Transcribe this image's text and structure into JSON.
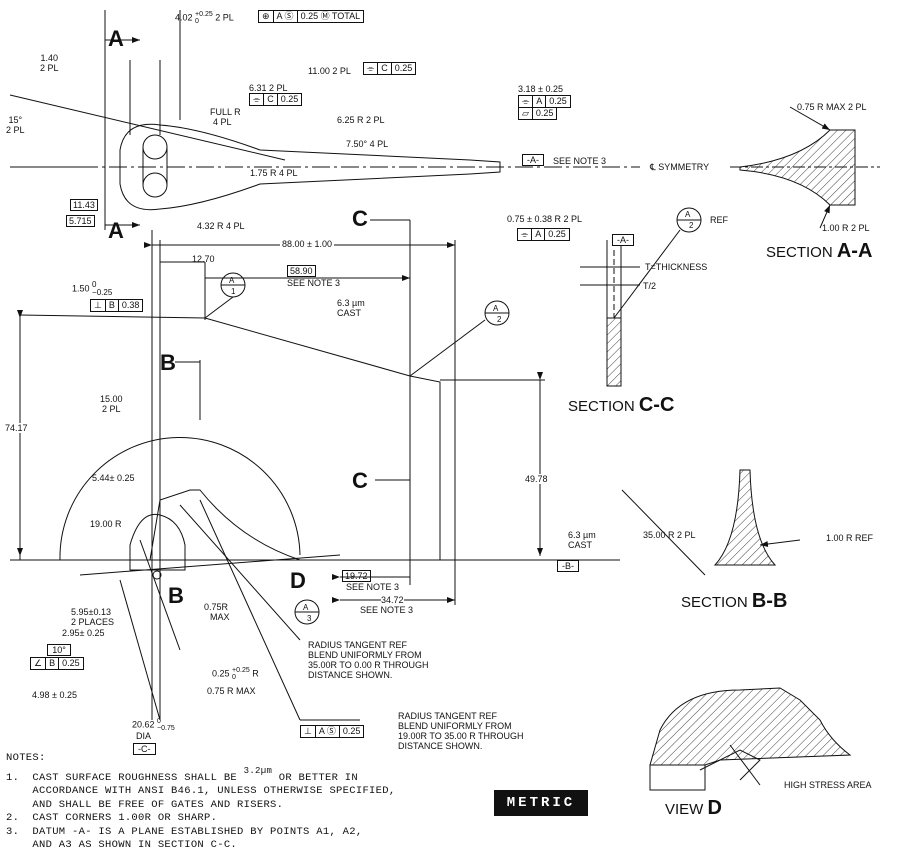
{
  "title_tolerance": {
    "value": "4.02",
    "upper": "+0.25",
    "lower": "0",
    "suffix": "2 PL",
    "fcf": [
      "⊕",
      "A Ⓢ",
      "0.25 Ⓜ TOTAL"
    ]
  },
  "dims": {
    "d_140": "1.40",
    "d_2pl_a": "2 PL",
    "d_1100": "11.00 2 PL",
    "fcf_1100": [
      "⌯",
      "C",
      "0.25"
    ],
    "d_631": "6.31 2 PL",
    "fcf_631": [
      "⌯",
      "C",
      "0.25"
    ],
    "full_r": "FULL R",
    "full_r_pl": "4 PL",
    "d_625": "6.25 R  2 PL",
    "d_750": "7.50° 4 PL",
    "d_318": "3.18 ± 0.25",
    "fcf_318a": [
      "⌯",
      "A",
      "0.25"
    ],
    "fcf_318b": [
      "⏥",
      "0.25"
    ],
    "datum_a": "-A-",
    "see_note3": "SEE NOTE 3",
    "symmetry": "℄ SYMMETRY",
    "d_15deg": "15°",
    "d_15pl": "2 PL",
    "d_175": "1.75 R 4 PL",
    "d_1143": "11.43",
    "d_5715": "5.715",
    "d_432": "4.32 R  4 PL",
    "d_075r": "0.75 ± 0.38 R  2 PL",
    "fcf_075": [
      "⌯",
      "A",
      "0.25"
    ],
    "d_8800": "88.00 ± 1.00",
    "d_1270": "12.70",
    "d_150": "1.50",
    "d_150u": "0",
    "d_150l": "−0.25",
    "fcf_150": [
      "⊥",
      "B",
      "0.38"
    ],
    "d_5890": "58.90",
    "d_5890n": "SEE NOTE 3",
    "cast_63": "6.3 µm",
    "cast": "CAST",
    "d_7417": "74.17",
    "d_1500": "15.00",
    "d_1500pl": "2 PL",
    "d_4978": "49.78",
    "d_544": "5.44± 0.25",
    "d_1900r": "19.00 R",
    "cast2_63": "6.3 µm",
    "cast2": "CAST",
    "datum_b": "-B-",
    "d_1972": "19.72",
    "d_1972n": "SEE NOTE 3",
    "d_3472": "34.72",
    "d_3472n": "SEE NOTE 3",
    "d_595": "5.95±0.13",
    "d_595pl": "2 PLACES",
    "d_295": "2.95± 0.25",
    "d_075rmax": "0.75R",
    "d_075max": "MAX",
    "d_10deg": "10°",
    "fcf_10": [
      "∠",
      "B",
      "0.25"
    ],
    "d_025": "0.25",
    "d_025u": "+0.25",
    "d_025l": "0",
    "d_025r": "R",
    "d_075rmax2": "0.75 R MAX",
    "d_498": "4.98 ± 0.25",
    "d_2062": "20.62",
    "d_2062u": "0",
    "d_2062l": "−0.75",
    "d_dia": "DIA",
    "datum_c": "-C-",
    "fcf_perp": [
      "⊥",
      "A Ⓢ",
      "0.25"
    ],
    "rt1a": "RADIUS TANGENT REF",
    "rt1b": "BLEND UNIFORMLY FROM",
    "rt1c": "35.00R TO 0.00 R THROUGH",
    "rt1d": "DISTANCE SHOWN.",
    "rt2a": "RADIUS TANGENT REF",
    "rt2b": "BLEND UNIFORMLY FROM",
    "rt2c": "19.00R TO 35.00 R THROUGH",
    "rt2d": "DISTANCE SHOWN."
  },
  "sections": {
    "aa_r1": "0.75 R MAX 2 PL",
    "aa_r2": "1.00 R 2 PL",
    "aa_title": "SECTION",
    "aa_letter": "A-A",
    "cc_datum": "-A-",
    "cc_ref": "REF",
    "cc_t": "T=THICKNESS",
    "cc_t2": "T/2",
    "cc_title": "SECTION",
    "cc_letter": "C-C",
    "bb_r1": "35.00 R 2 PL",
    "bb_r2": "1.00 R REF",
    "bb_title": "SECTION",
    "bb_letter": "B-B",
    "vd_high": "HIGH STRESS AREA",
    "vd_title": "VIEW",
    "vd_letter": "D"
  },
  "callouts": {
    "a": "A",
    "b": "B",
    "c": "C",
    "d": "D",
    "a1": "A",
    "n1": "1",
    "a2": "A",
    "n2": "2",
    "a3": "A",
    "n3": "3"
  },
  "notes": {
    "heading": "NOTES:",
    "n1a": "1.  CAST SURFACE ROUGHNESS SHALL BE ",
    "n1sup": "3.2µm",
    "n1b": " OR BETTER IN",
    "n1c": "    ACCORDANCE WITH ANSI B46.1, UNLESS OTHERWISE SPECIFIED,",
    "n1d": "    AND SHALL BE FREE OF GATES AND RISERS.",
    "n2": "2.  CAST CORNERS 1.00R OR SHARP.",
    "n3a": "3.  DATUM -A- IS A PLANE ESTABLISHED BY POINTS A1, A2,",
    "n3b": "    AND A3 AS SHOWN IN SECTION C-C."
  },
  "metric": "METRIC"
}
